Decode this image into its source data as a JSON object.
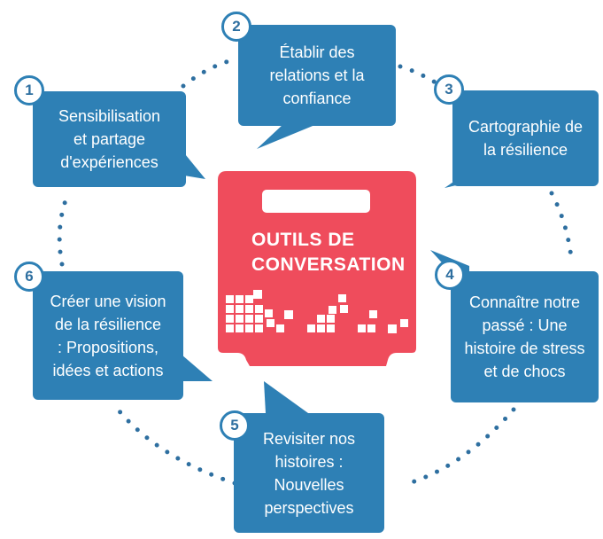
{
  "center": {
    "title_line1": "OUTILS DE",
    "title_line2": "CONVERSATION"
  },
  "steps": [
    {
      "number": "1",
      "text": "Sensibilisation\net partage\nd'expériences"
    },
    {
      "number": "2",
      "text": "Établir des\nrelations et la\nconfiance"
    },
    {
      "number": "3",
      "text": "Cartographie de\nla résilience"
    },
    {
      "number": "4",
      "text": "Connaître notre\npassé : Une\nhistoire de stress\net de chocs"
    },
    {
      "number": "5",
      "text": "Revisiter nos\nhistoires :\nNouvelles\nperspectives"
    },
    {
      "number": "6",
      "text": "Créer une vision\nde la résilience\n: Propositions,\nidées et actions"
    }
  ],
  "colors": {
    "bubble": "#2e80b5",
    "center": "#ef4c5c",
    "dots": "#2e6fa0"
  }
}
